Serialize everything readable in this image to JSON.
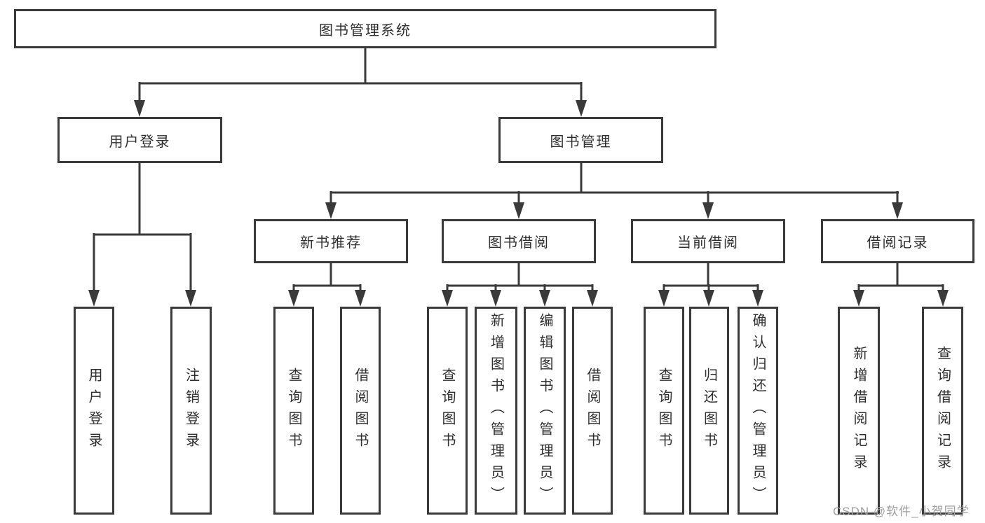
{
  "colors": {
    "line": "#3a3a3a",
    "text": "#2f2f2f",
    "watermark": "#9e9e9e",
    "background": "#ffffff"
  },
  "root": {
    "label": "图书管理系统"
  },
  "user_login": {
    "label": "用户登录",
    "leaves": [
      "用户登录",
      "注销登录"
    ]
  },
  "book_mgmt": {
    "label": "图书管理",
    "sections": [
      {
        "label": "新书推荐",
        "leaves": [
          "查询图书",
          "借阅图书"
        ]
      },
      {
        "label": "图书借阅",
        "leaves": [
          "查询图书",
          "新增图书（管理员）",
          "编辑图书（管理员）",
          "借阅图书"
        ]
      },
      {
        "label": "当前借阅",
        "leaves": [
          "查询图书",
          "归还图书",
          "确认归还（管理员）"
        ]
      },
      {
        "label": "借阅记录",
        "leaves": [
          "新增借阅记录",
          "查询借阅记录"
        ]
      }
    ]
  },
  "watermark": {
    "text": "CSDN @软件_小贺同学"
  }
}
